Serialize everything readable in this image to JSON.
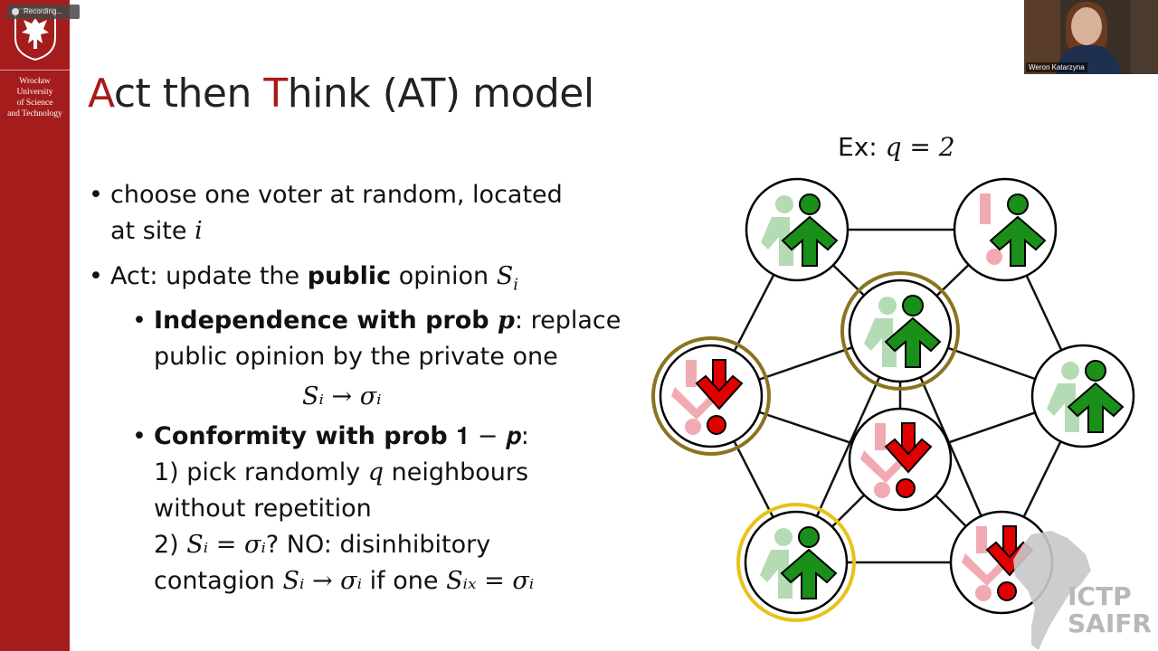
{
  "recording": {
    "label": "Recording..."
  },
  "university": {
    "lines": [
      "Wrocław",
      "University",
      "of Science",
      "and Technology"
    ]
  },
  "title": {
    "letter_a": "A",
    "part1": "ct then ",
    "letter_t": "T",
    "part2": "hink (AT) model"
  },
  "bullets": {
    "b1_line1": "choose one voter at random, located",
    "b1_line2_prefix": "at site ",
    "b1_var": "i",
    "b2_prefix": "Act: update the ",
    "b2_bold": "public",
    "b2_suffix": " opinion ",
    "b2_var": "S",
    "b2_sub": "i",
    "sub1_bold": "Independence with prob ",
    "sub1_var": "p",
    "sub1_rest": ": replace",
    "sub1_line2": "public opinion by the private one",
    "formula1": "Sᵢ → σᵢ",
    "sub2_bold": "Conformity with prob ",
    "sub2_expr": "𝟏 − 𝒑",
    "sub2_colon": ":",
    "step1_a": "1) pick randomly ",
    "step1_var": "q",
    "step1_b": " neighbours",
    "step1_line2": "without repetition",
    "step2_a": "2) ",
    "step2_expr": "Sᵢ = σᵢ",
    "step2_b": "? NO: disinhibitory",
    "step3_a": "contagion  ",
    "step3_expr": "Sᵢ → σᵢ",
    "step3_b": " if one ",
    "step3_expr2": "Sᵢₓ = σᵢ"
  },
  "example": {
    "prefix": "Ex: ",
    "expr": "q = 2"
  },
  "webcam": {
    "name": "Weron Katarzyna"
  },
  "watermark": {
    "line1": "ICTP",
    "line2": "SAIFR"
  },
  "colors": {
    "brand_red": "#a51c1c",
    "agree_green": "#1a8f1a",
    "disagree_red": "#e00000",
    "highlight_gold": "#8a7420",
    "highlight_yellow": "#e8c21a"
  }
}
